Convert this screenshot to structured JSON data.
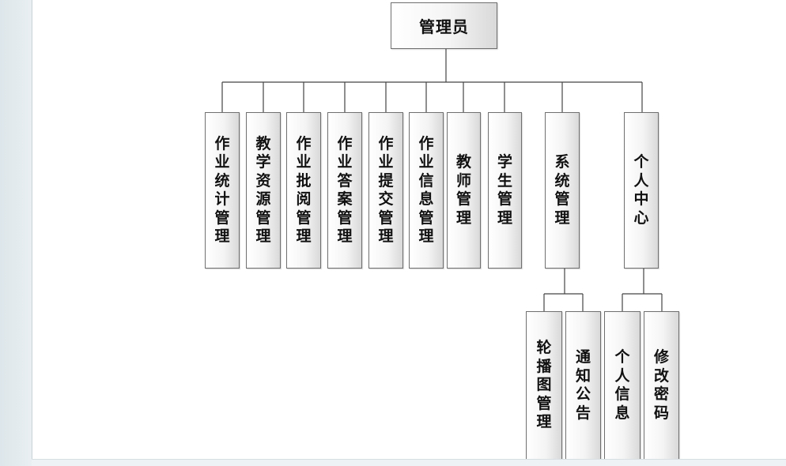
{
  "diagram": {
    "root": {
      "label": "管理员"
    },
    "children": [
      {
        "label": "作业统计管理"
      },
      {
        "label": "教学资源管理"
      },
      {
        "label": "作业批阅管理"
      },
      {
        "label": "作业答案管理"
      },
      {
        "label": "作业提交管理"
      },
      {
        "label": "作业信息管理"
      },
      {
        "label": "教师管理"
      },
      {
        "label": "学生管理"
      },
      {
        "label": "系统管理",
        "children": [
          {
            "label": "轮播图管理"
          },
          {
            "label": "通知公告"
          }
        ]
      },
      {
        "label": "个人中心",
        "children": [
          {
            "label": "个人信息"
          },
          {
            "label": "修改密码"
          }
        ]
      }
    ]
  }
}
